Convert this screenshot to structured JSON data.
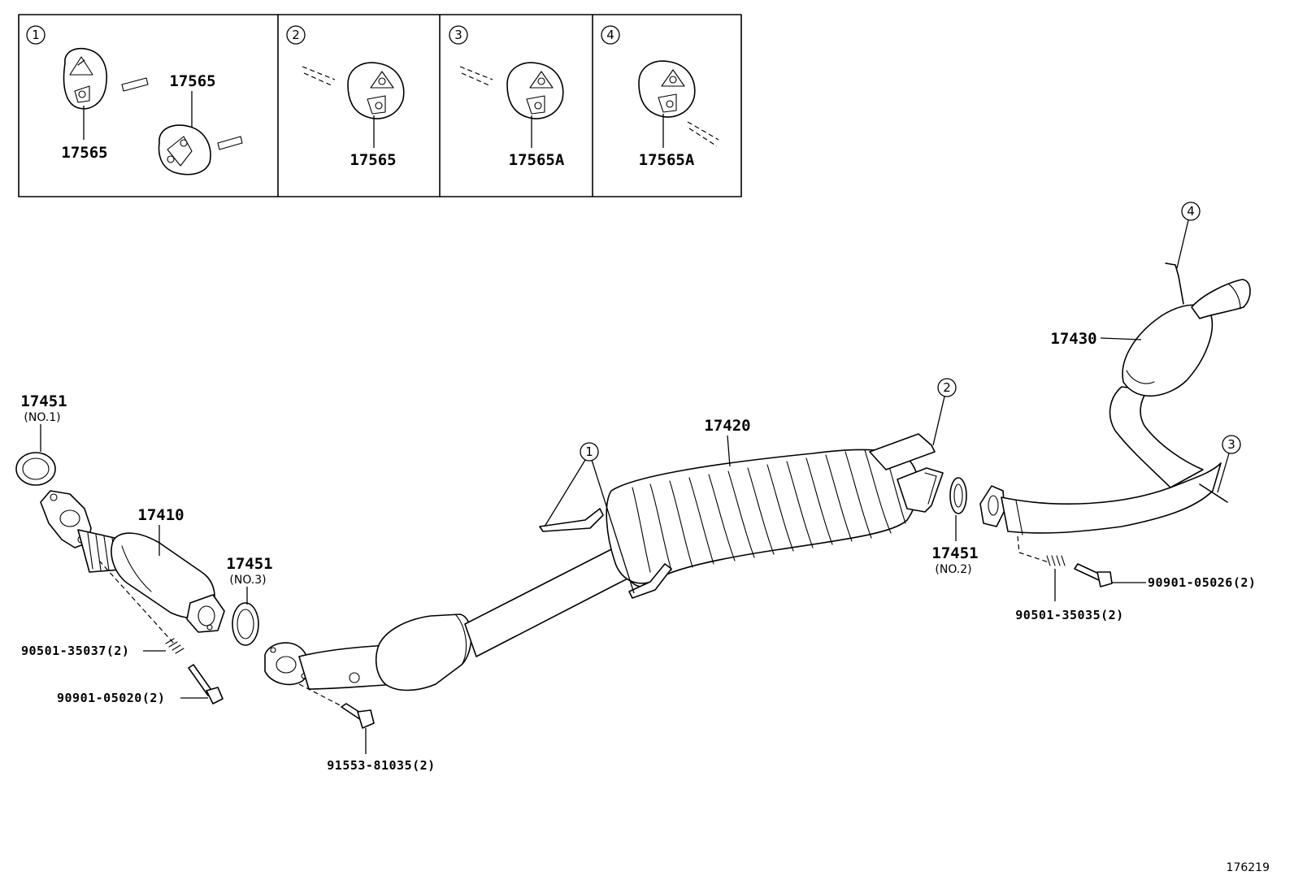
{
  "inset": {
    "panels": [
      {
        "callout": "1",
        "labels": [
          "17565",
          "17565"
        ]
      },
      {
        "callout": "2",
        "labels": [
          "17565"
        ]
      },
      {
        "callout": "3",
        "labels": [
          "17565A"
        ]
      },
      {
        "callout": "4",
        "labels": [
          "17565A"
        ]
      }
    ]
  },
  "parts": {
    "p17451_no1": {
      "number": "17451",
      "sub": "(NO.1)"
    },
    "p17410": {
      "number": "17410"
    },
    "p17451_no3": {
      "number": "17451",
      "sub": "(NO.3)"
    },
    "p17420": {
      "number": "17420"
    },
    "p17451_no2": {
      "number": "17451",
      "sub": "(NO.2)"
    },
    "p17430": {
      "number": "17430"
    },
    "bolt_90501_35037": "90501-35037(2)",
    "bolt_90901_05020": "90901-05020(2)",
    "bolt_91553_81035": "91553-81035(2)",
    "bolt_90501_35035": "90501-35035(2)",
    "bolt_90901_05026": "90901-05026(2)"
  },
  "callouts": {
    "c1": "1",
    "c2": "2",
    "c3": "3",
    "c4": "4"
  },
  "figure_id": "176219"
}
